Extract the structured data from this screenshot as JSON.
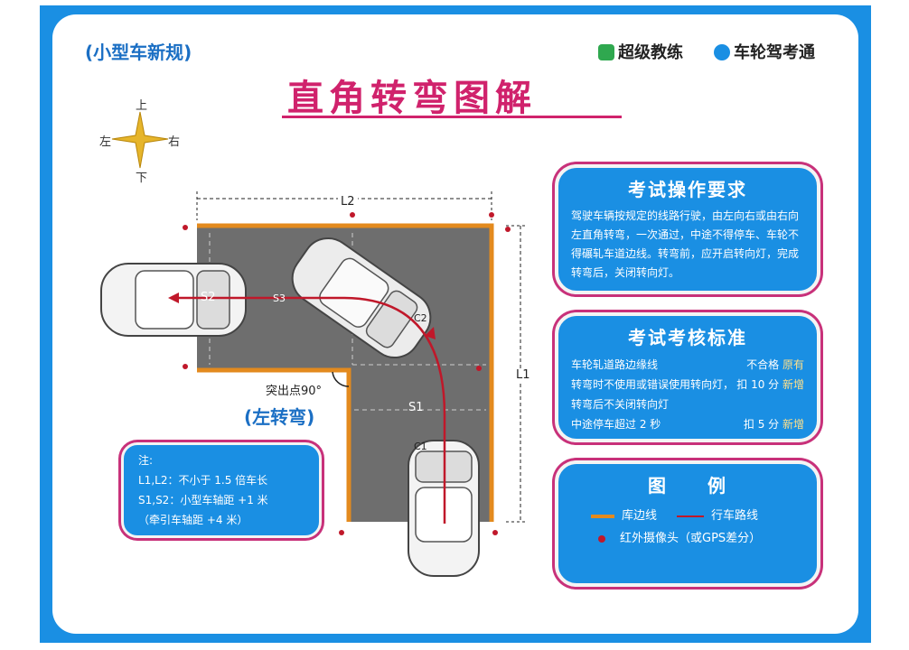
{
  "header": {
    "subtitle": "(小型车新规)",
    "title": "直角转弯图解",
    "brand_1": "超级教练",
    "brand_2": "车轮驾考通"
  },
  "compass": {
    "up": "上",
    "down": "下",
    "left": "左",
    "right": "右"
  },
  "diagram": {
    "l2": "L2",
    "l1": "L1",
    "s1": "S1",
    "s2": "S2",
    "s3": "S3",
    "c2": "C2",
    "c1": "C1",
    "corner_note": "突出点90°",
    "turn_label": "(左转弯)"
  },
  "note_box": {
    "title": "注:",
    "line1": "L1,L2：不小于 1.5 倍车长",
    "line2": "S1,S2：小型车轴距 +1 米",
    "line3": "（牵引车轴距 +4 米）"
  },
  "requirements": {
    "title": "考试操作要求",
    "text": "驾驶车辆按规定的线路行驶，由左向右或由右向左直角转弯，一次通过，中途不得停车、车轮不得碾轧车道边线。转弯前，应开启转向灯，完成转弯后，关闭转向灯。"
  },
  "standards": {
    "title": "考试考核标准",
    "rows": [
      {
        "text": "车轮轧道路边缘线",
        "result": "不合格",
        "tag": "原有"
      },
      {
        "text": "转弯时不使用或错误使用转向灯，",
        "result": "扣 10 分",
        "tag": "新增"
      },
      {
        "text": "转弯后不关闭转向灯",
        "result": "",
        "tag": ""
      },
      {
        "text": "中途停车超过 2 秒",
        "result": "扣 5 分",
        "tag": "新增"
      }
    ]
  },
  "legend": {
    "title": "图　　例",
    "item1": "库边线",
    "item2": "行车路线",
    "item3": "红外摄像头（或GPS差分）"
  },
  "colors": {
    "frame": "#1a8fe3",
    "accent": "#d0226c",
    "lane_edge": "#e38a1e",
    "route": "#c0182a",
    "pavement": "#6e6e6e"
  }
}
